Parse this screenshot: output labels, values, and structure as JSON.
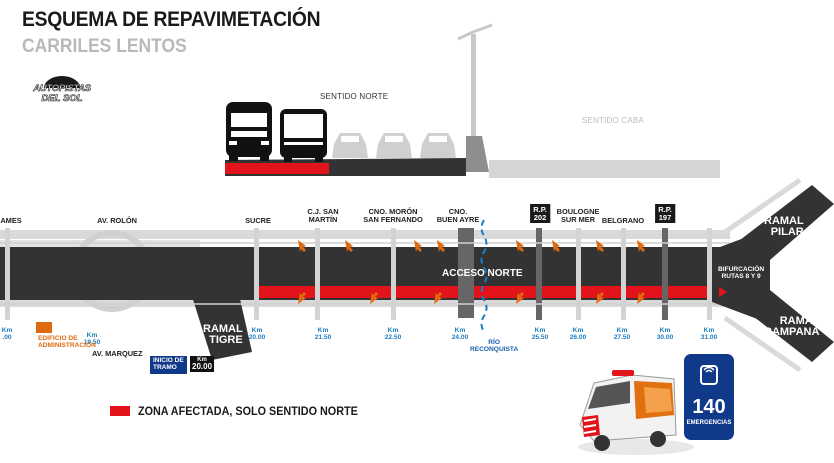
{
  "header": {
    "title": "ESQUEMA DE REPAVIMETACIÓN",
    "subtitle": "CARRILES LENTOS"
  },
  "logo": {
    "line1": "AUTOPISTAS",
    "line2": "DEL SOL"
  },
  "cross_section": {
    "north_label": "SENTIDO NORTE",
    "south_label": "SENTIDO CABA"
  },
  "road": {
    "name": "ACCESO NORTE",
    "ramal_tigre": [
      "RAMAL",
      "TIGRE"
    ],
    "ramal_pilar": [
      "RAMAL",
      "PILAR"
    ],
    "ramal_campana": [
      "RAMAL",
      "CAMPANA"
    ],
    "bifurcacion": [
      "BIFURCACIÓN",
      "RUTAS 8 Y 9"
    ]
  },
  "top_labels": [
    {
      "id": "ames",
      "lines": [
        "AMES"
      ]
    },
    {
      "id": "rolon",
      "lines": [
        "AV. ROLÓN"
      ]
    },
    {
      "id": "sucre",
      "lines": [
        "SUCRE"
      ]
    },
    {
      "id": "sanmartin",
      "lines": [
        "C.J. SAN",
        "MARTÍN"
      ]
    },
    {
      "id": "moron",
      "lines": [
        "CNO. MORÓN",
        "SAN FERNANDO"
      ]
    },
    {
      "id": "buenayre",
      "lines": [
        "CNO.",
        "BUEN AYRE"
      ]
    },
    {
      "id": "boulogne",
      "lines": [
        "BOULOGNE",
        "SUR MER"
      ]
    },
    {
      "id": "belgrano",
      "lines": [
        "BELGRANO"
      ]
    }
  ],
  "route_badges": [
    {
      "id": "rp202",
      "lines": [
        "R.P.",
        "202"
      ]
    },
    {
      "id": "rp197",
      "lines": [
        "R.P.",
        "197"
      ]
    }
  ],
  "km_markers": [
    {
      "id": "k0",
      "lines": [
        "Km",
        ".00"
      ]
    },
    {
      "id": "k1",
      "lines": [
        "Km",
        "19.50"
      ]
    },
    {
      "id": "k2",
      "lines": [
        "Km",
        "20.00"
      ]
    },
    {
      "id": "k3",
      "lines": [
        "Km",
        "21.50"
      ]
    },
    {
      "id": "k4",
      "lines": [
        "Km",
        "22.50"
      ]
    },
    {
      "id": "k5",
      "lines": [
        "Km",
        "24.00"
      ]
    },
    {
      "id": "k6",
      "lines": [
        "Km",
        "25.50"
      ]
    },
    {
      "id": "k7",
      "lines": [
        "Km",
        "26.00"
      ]
    },
    {
      "id": "k8",
      "lines": [
        "Km",
        "27.50"
      ]
    },
    {
      "id": "k9",
      "lines": [
        "Km",
        "30.00"
      ]
    },
    {
      "id": "k10",
      "lines": [
        "Km",
        "31.00"
      ]
    }
  ],
  "bottom_labels": {
    "edificio": [
      "EDIFICIO DE",
      "ADMINISTRACIÓN"
    ],
    "marquez": "AV. MARQUEZ",
    "rio": [
      "RÍO",
      "RECONQUISTA"
    ],
    "inicio": [
      "INICIO DE",
      "TRAMO"
    ],
    "inicio_km": [
      "Km",
      "20.00"
    ]
  },
  "legend": {
    "text": "ZONA AFECTADA, SOLO SENTIDO NORTE"
  },
  "emergency": {
    "number": "140",
    "label": "EMERGENCIAS"
  },
  "colors": {
    "road": "#333333",
    "affected": "#e3131b",
    "accent": "#e06a10",
    "blue": "#11398a",
    "grey": "#bdbdbd"
  }
}
